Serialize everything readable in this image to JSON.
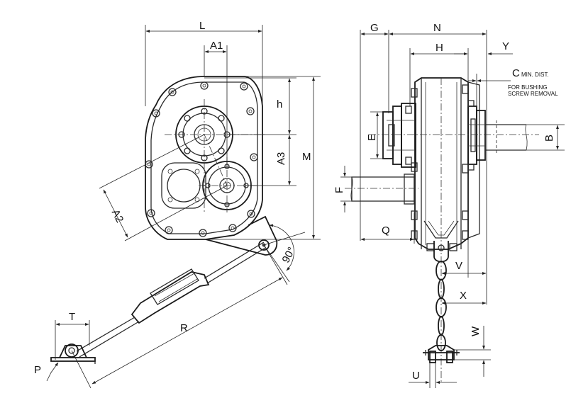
{
  "labels": {
    "L": "L",
    "A1": "A1",
    "h": "h",
    "A3": "A3",
    "M": "M",
    "A2": "A2",
    "angle": "90°",
    "R": "R",
    "T": "T",
    "P": "P",
    "G": "G",
    "N": "N",
    "H": "H",
    "Y": "Y",
    "C": "C",
    "C_note": "MIN. DIST.",
    "note_line1": "FOR BUSHING",
    "note_line2": "SCREW REMOVAL",
    "E": "E",
    "B": "B",
    "F": "F",
    "Q": "Q",
    "V": "V",
    "X": "X",
    "W": "W",
    "U": "U"
  }
}
